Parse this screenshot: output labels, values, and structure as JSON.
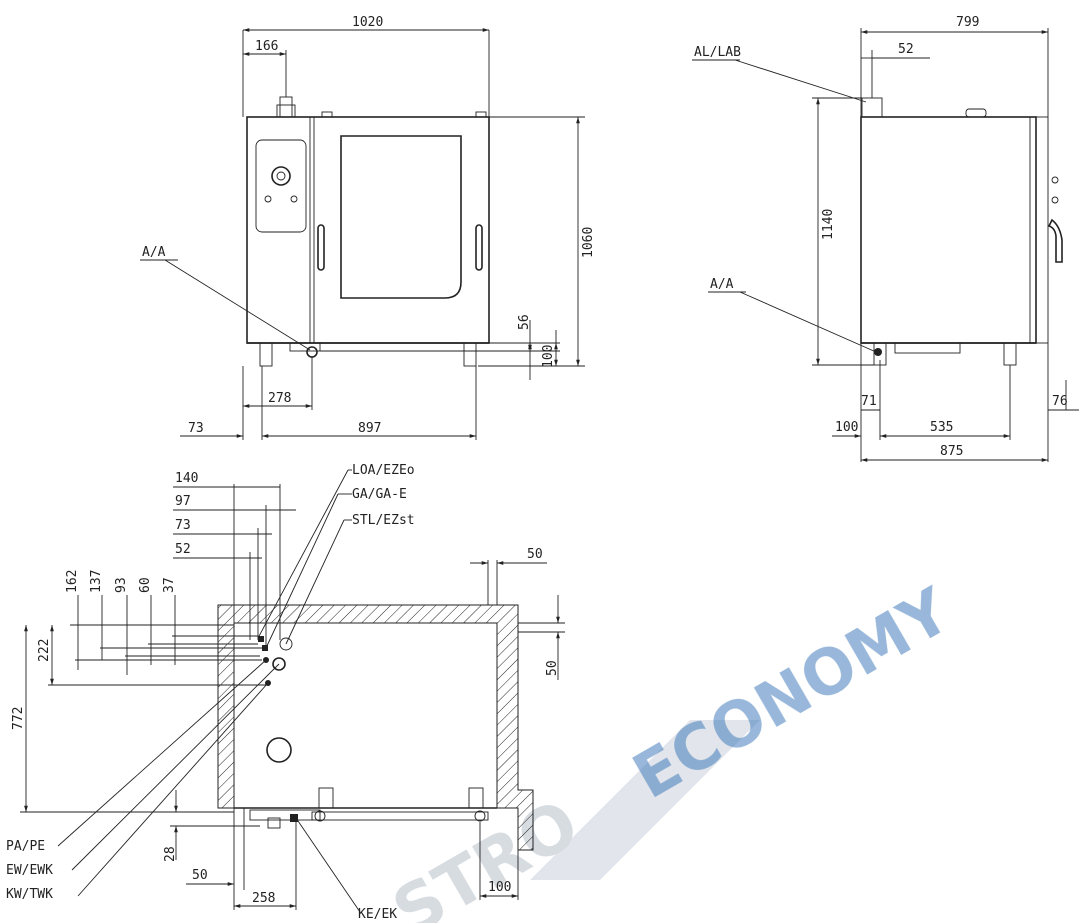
{
  "dimensions": {
    "front_width": "1020",
    "front_offset": "166",
    "front_height": "1060",
    "front_56": "56",
    "front_100": "100",
    "front_278": "278",
    "front_73": "73",
    "front_897": "897",
    "side_width": "799",
    "side_52": "52",
    "side_height": "1140",
    "side_71": "71",
    "side_100": "100",
    "side_535": "535",
    "side_875": "875",
    "side_76": "76",
    "top_140": "140",
    "top_97": "97",
    "top_73": "73",
    "top_52": "52",
    "top_162": "162",
    "top_137": "137",
    "top_93": "93",
    "top_60": "60",
    "top_37": "37",
    "top_222": "222",
    "top_772": "772",
    "top_50a": "50",
    "top_50b": "50",
    "top_28": "28",
    "top_50c": "50",
    "top_258": "258",
    "top_100": "100"
  },
  "labels": {
    "aa_front": "A/A",
    "aa_side": "A/A",
    "al_lab": "AL/LAB",
    "loa": "LOA/EZEo",
    "ga": "GA/GA-E",
    "stl": "STL/EZst",
    "pa": "PA/PE",
    "ew": "EW/EWK",
    "kw": "KW/TWK",
    "ke": "KE/EK"
  },
  "watermark": {
    "text_left": "STRO",
    "text_right": "ECONOMY",
    "color_blue": "#2e6db3",
    "color_grey": "#c9cfd6"
  }
}
